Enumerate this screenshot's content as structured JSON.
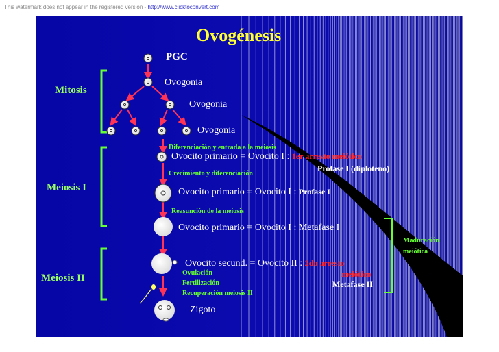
{
  "watermark": {
    "text": "This watermark does not appear in the registered version - ",
    "link": "http://www.clicktoconvert.com"
  },
  "title": "Ovogénesis",
  "phases": {
    "mitosis": "Mitosis",
    "meiosis1": "Meiosis I",
    "meiosis2": "Meiosis II"
  },
  "stages": {
    "pgc": "PGC",
    "ovogonia1": "Ovogonia",
    "ovogonia2": "Ovogonia",
    "ovogonia3": "Ovogonia",
    "ovocito1": "Ovocito primario = Ovocito I : ",
    "arresto1": "1er arresto meiótico",
    "profase_diploteno": "Profase I (diploteno)",
    "ovocito2": "Ovocito primario = Ovocito I : ",
    "profase_i": "Profase I",
    "ovocito3": "Ovocito primario = Ovocito I : Metafase I",
    "ovocito_secund": "Ovocito secund. = Ovocito II : ",
    "arresto2a": "2do arresto",
    "arresto2b": "meiótico",
    "metafase_ii": "Metafase II",
    "zigoto": "Zigoto"
  },
  "processes": {
    "diferenciacion": "Diferenciación y entrada a la meiosis",
    "crecimiento": "Crecimiento y diferenciación",
    "reasuncion": "Reasunción de la meiosis",
    "ovulacion": "Ovulación",
    "fertilizacion": "Fertilización",
    "recuperacion": "Recuperación meiosis II"
  },
  "side_note": {
    "line1": "Maduración",
    "line2": "meiótica"
  },
  "colors": {
    "background": "#0a0aa0",
    "title": "#ffff33",
    "phase": "#99ff66",
    "process": "#66ff33",
    "arrest": "#ff2222",
    "arrow": "#ff3355",
    "bracket": "#66ff33",
    "text": "#ffffff"
  }
}
